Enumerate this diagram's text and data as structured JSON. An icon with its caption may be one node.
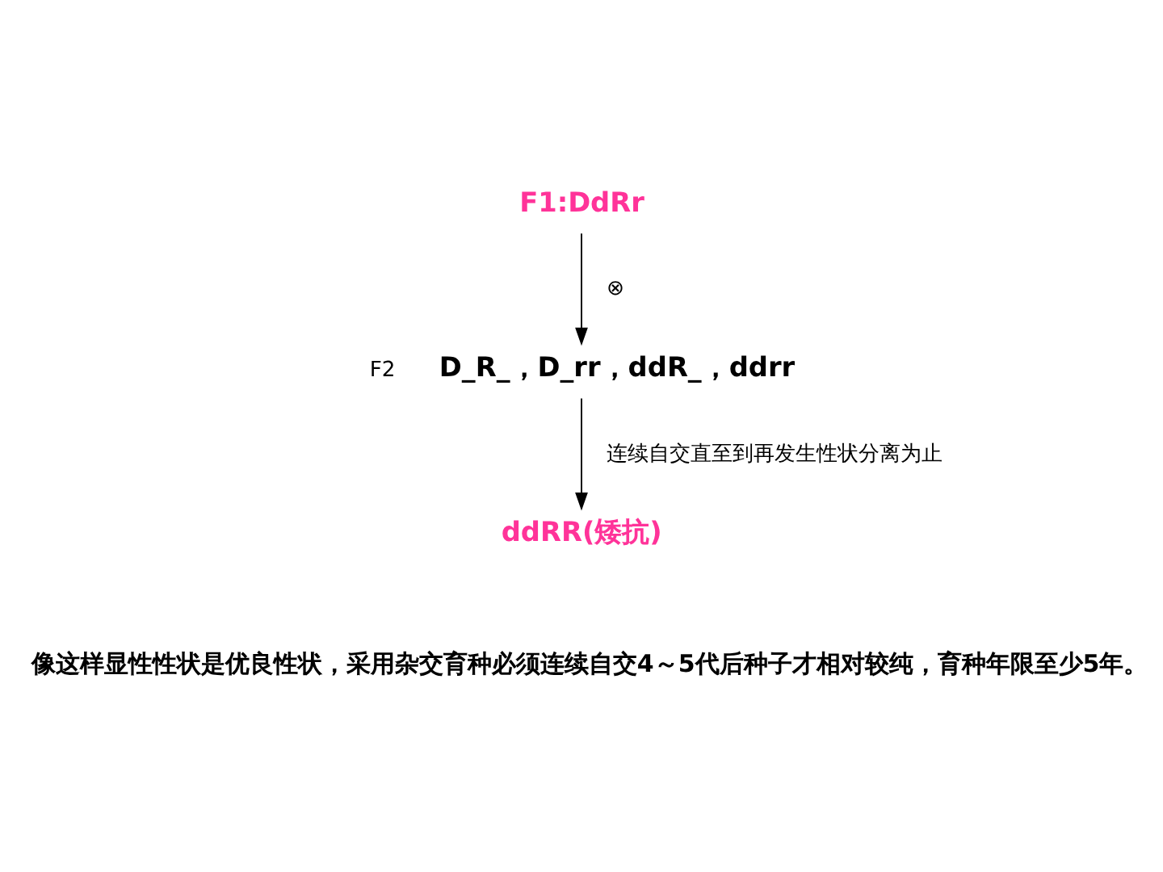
{
  "diagram": {
    "nodes": [
      {
        "text": [
          "F1:DdRr"
        ]
      },
      {
        "text": [
          "D_R_，D_rr，ddR_，ddrr"
        ],
        "beside": [
          "F2"
        ]
      },
      {
        "text": [
          "ddRR(矮抗)"
        ]
      }
    ],
    "edges": [
      {
        "from": 0,
        "to": 1,
        "arrow": "to",
        "label": "⊗"
      },
      {
        "from": 1,
        "to": 2,
        "arrow": "to",
        "label": "连续自交直至到再发生性状分离为止"
      }
    ],
    "labels": [
      "像这样显性性状是优良性状，采用杂交育种必须连续自交4～5代后种子才相对较纯，育种年限至少5年。"
    ]
  }
}
